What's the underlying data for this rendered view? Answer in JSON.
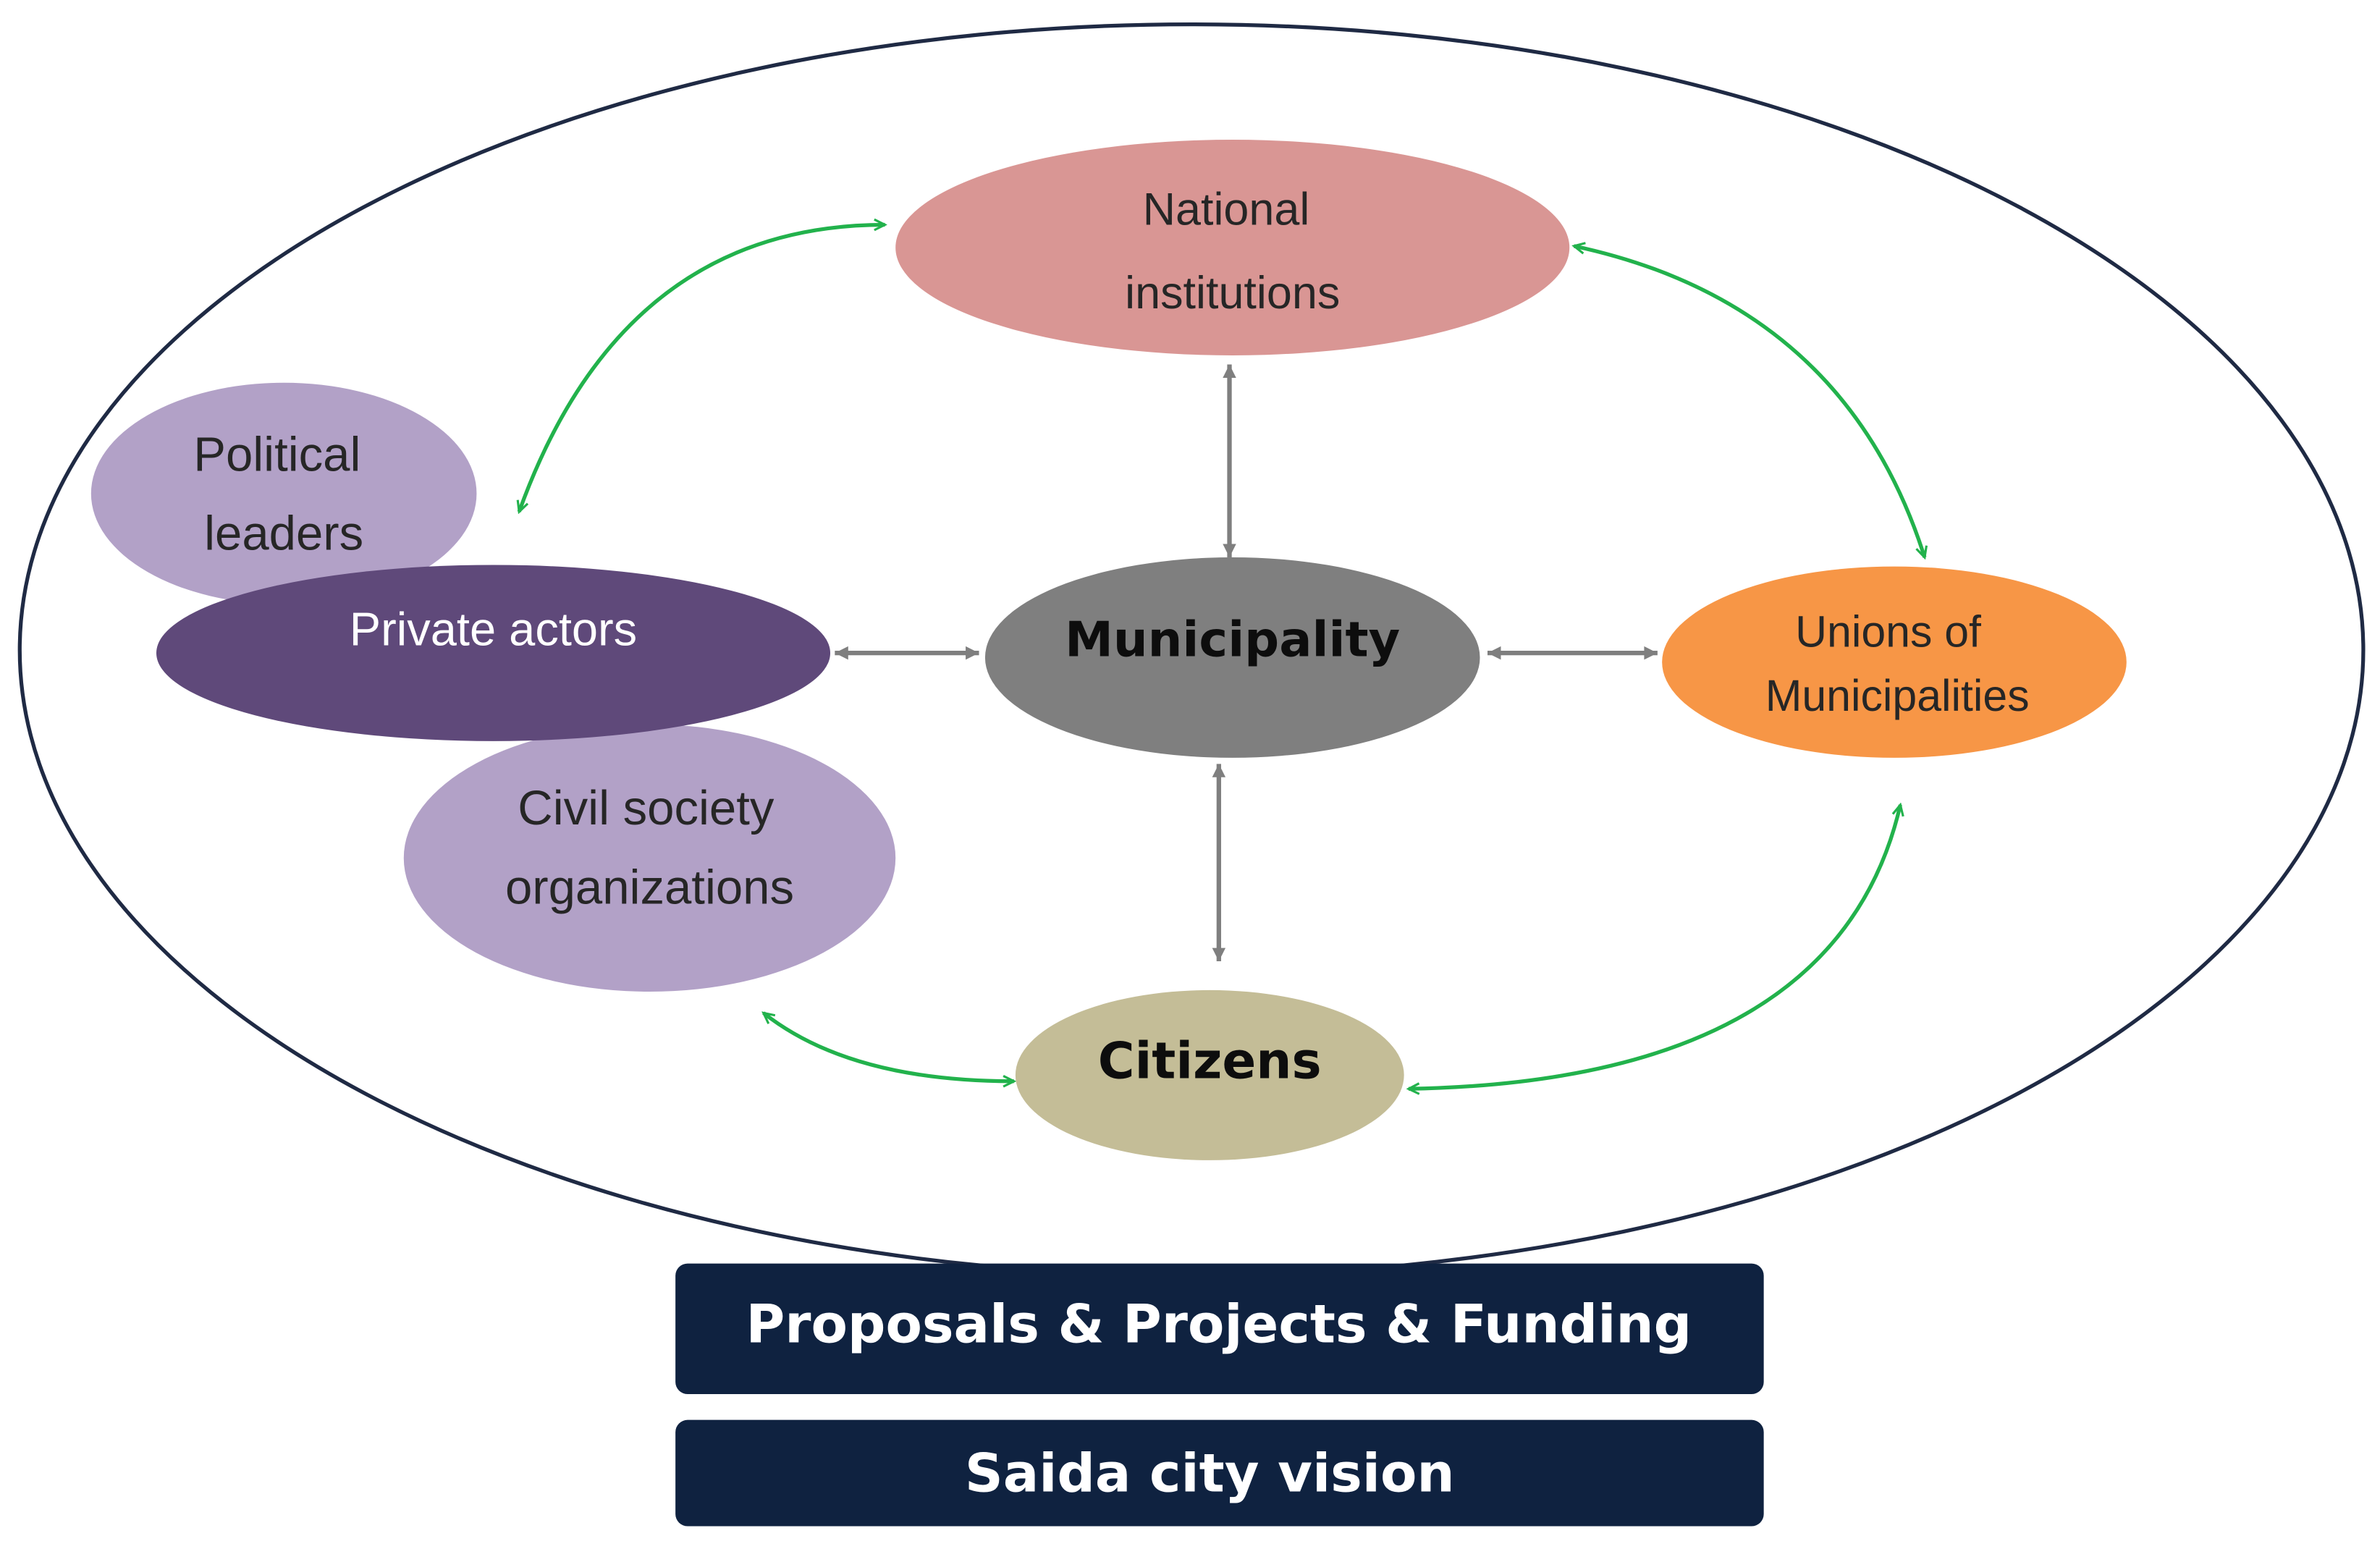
{
  "nodes": {
    "national": {
      "lines": [
        "National",
        "institutions"
      ],
      "fill": "#d99694",
      "text_color": "#262626"
    },
    "political": {
      "lines": [
        "Political",
        "leaders"
      ],
      "fill": "#b2a1c7",
      "text_color": "#262626"
    },
    "private": {
      "lines": [
        "Private actors"
      ],
      "fill": "#5f497a",
      "text_color": "#ffffff"
    },
    "civil": {
      "lines": [
        "Civil society",
        "organizations"
      ],
      "fill": "#b2a1c7",
      "text_color": "#262626"
    },
    "municipality": {
      "lines": [
        "Municipality"
      ],
      "fill": "#7f7f7f",
      "text_color": "#0d0d0d"
    },
    "unions": {
      "lines": [
        "Unions of",
        "Municipalities"
      ],
      "fill": "#f79646",
      "text_color": "#262626"
    },
    "citizens": {
      "lines": [
        "Citizens"
      ],
      "fill": "#c4bd97",
      "text_color": "#0d0d0d"
    }
  },
  "banners": {
    "proposals": "Proposals & Projects & Funding",
    "vision": "Saida city vision"
  },
  "colors": {
    "outer_ellipse": "#1f2a44",
    "banner_fill": "#0f2240",
    "banner_text": "#ffffff",
    "green_arrow": "#22b24c",
    "grey_arrow": "#7f7f7f"
  }
}
